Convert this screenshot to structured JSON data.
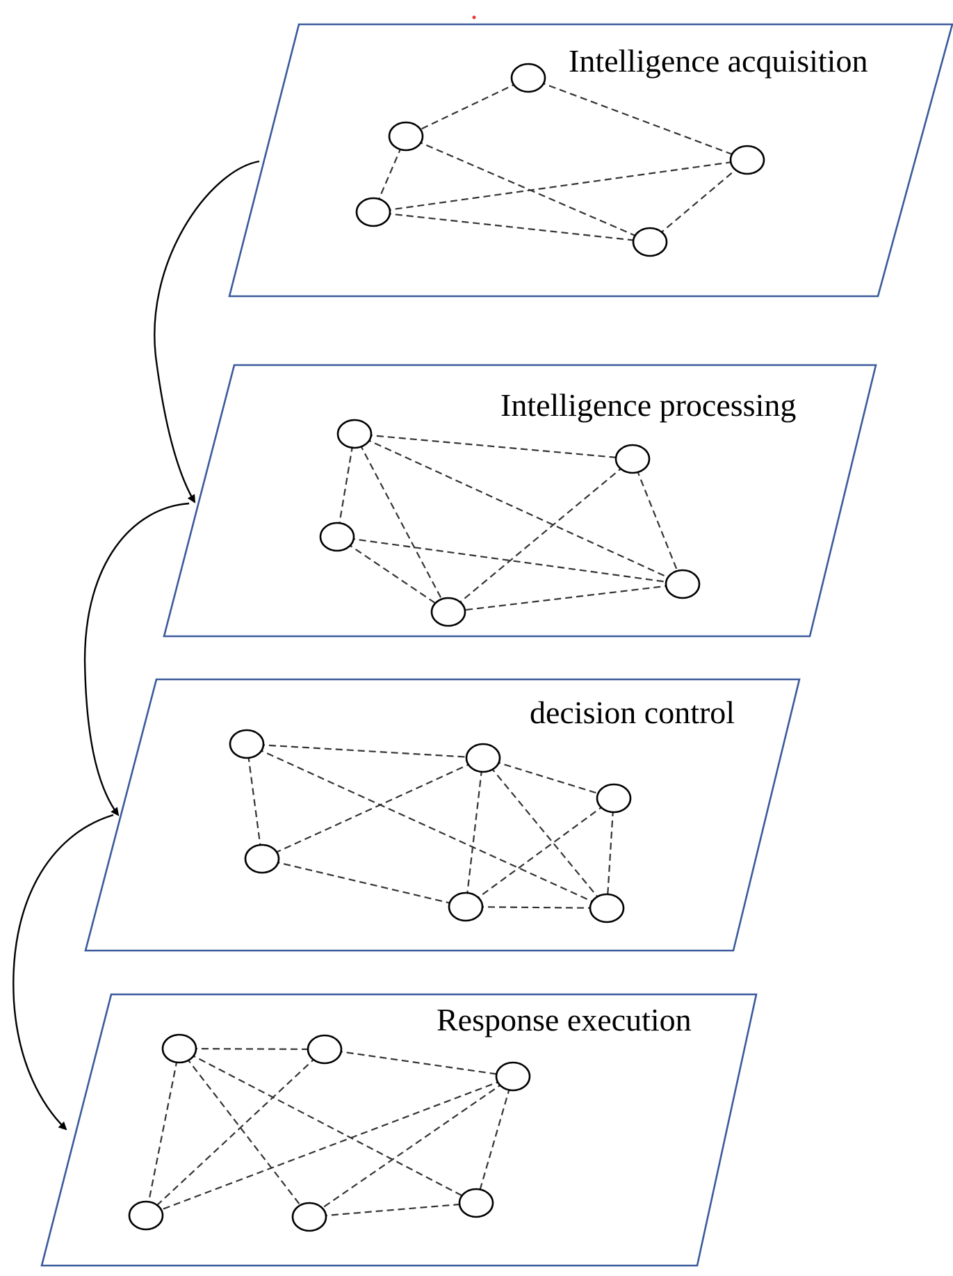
{
  "diagram": {
    "layers": [
      {
        "id": "acquisition",
        "title": "Intelligence acquisition",
        "nodes": [
          "n1",
          "n2",
          "n3",
          "n4",
          "n5"
        ],
        "edges": [
          [
            "n1",
            "n2"
          ],
          [
            "n1",
            "n3"
          ],
          [
            "n2",
            "n4"
          ],
          [
            "n2",
            "n5"
          ],
          [
            "n4",
            "n3"
          ],
          [
            "n4",
            "n5"
          ],
          [
            "n5",
            "n3"
          ]
        ]
      },
      {
        "id": "processing",
        "title": "Intelligence processing",
        "nodes": [
          "n1",
          "n2",
          "n3",
          "n4",
          "n5"
        ],
        "edges": [
          [
            "n1",
            "n2"
          ],
          [
            "n1",
            "n3"
          ],
          [
            "n1",
            "n4"
          ],
          [
            "n1",
            "n5"
          ],
          [
            "n2",
            "n4"
          ],
          [
            "n2",
            "n5"
          ],
          [
            "n3",
            "n4"
          ],
          [
            "n3",
            "n5"
          ],
          [
            "n4",
            "n5"
          ]
        ]
      },
      {
        "id": "decision",
        "title": "decision control",
        "nodes": [
          "n1",
          "n2",
          "n3",
          "n4",
          "n5",
          "n6"
        ],
        "edges": [
          [
            "n1",
            "n2"
          ],
          [
            "n1",
            "n4"
          ],
          [
            "n1",
            "n6"
          ],
          [
            "n2",
            "n3"
          ],
          [
            "n2",
            "n4"
          ],
          [
            "n2",
            "n5"
          ],
          [
            "n2",
            "n6"
          ],
          [
            "n3",
            "n5"
          ],
          [
            "n3",
            "n6"
          ],
          [
            "n4",
            "n5"
          ],
          [
            "n5",
            "n6"
          ]
        ]
      },
      {
        "id": "response",
        "title": "Response execution",
        "nodes": [
          "n1",
          "n2",
          "n3",
          "n4",
          "n5",
          "n6"
        ],
        "edges": [
          [
            "n1",
            "n2"
          ],
          [
            "n1",
            "n4"
          ],
          [
            "n1",
            "n5"
          ],
          [
            "n1",
            "n6"
          ],
          [
            "n2",
            "n3"
          ],
          [
            "n2",
            "n4"
          ],
          [
            "n3",
            "n4"
          ],
          [
            "n3",
            "n5"
          ],
          [
            "n3",
            "n6"
          ],
          [
            "n5",
            "n6"
          ]
        ]
      }
    ],
    "flow": [
      [
        "acquisition",
        "processing"
      ],
      [
        "processing",
        "decision"
      ],
      [
        "decision",
        "response"
      ]
    ],
    "colors": {
      "panel_border": "#3a5a9c",
      "edge": "#333333",
      "node": "#000000",
      "mark": "#e53935"
    }
  }
}
